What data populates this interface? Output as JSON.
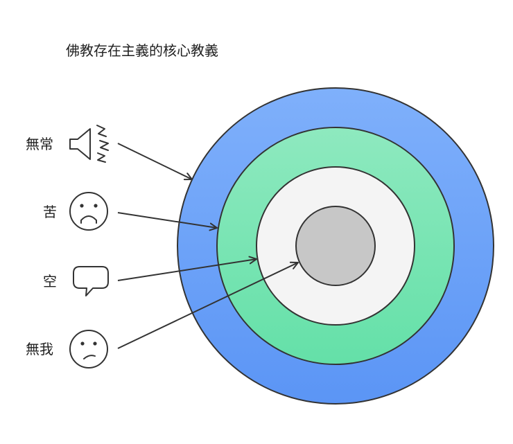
{
  "title": "佛教存在主義的核心教義",
  "labels": {
    "impermanence": "無常",
    "suffering": "苦",
    "emptiness": "空",
    "non_self": "無我"
  },
  "icons": {
    "impermanence": "megaphone-icon",
    "suffering": "sad-face-icon",
    "emptiness": "speech-bubble-icon",
    "non_self": "unhappy-face-icon"
  },
  "colors": {
    "outer_ring_top": "#7fb0fb",
    "outer_ring_bottom": "#5b95f5",
    "middle_ring_top": "#8ee9bf",
    "middle_ring_bottom": "#64e0a8",
    "inner_ring": "#f4f4f4",
    "core": "#c7c7c7",
    "stroke": "#333333"
  }
}
